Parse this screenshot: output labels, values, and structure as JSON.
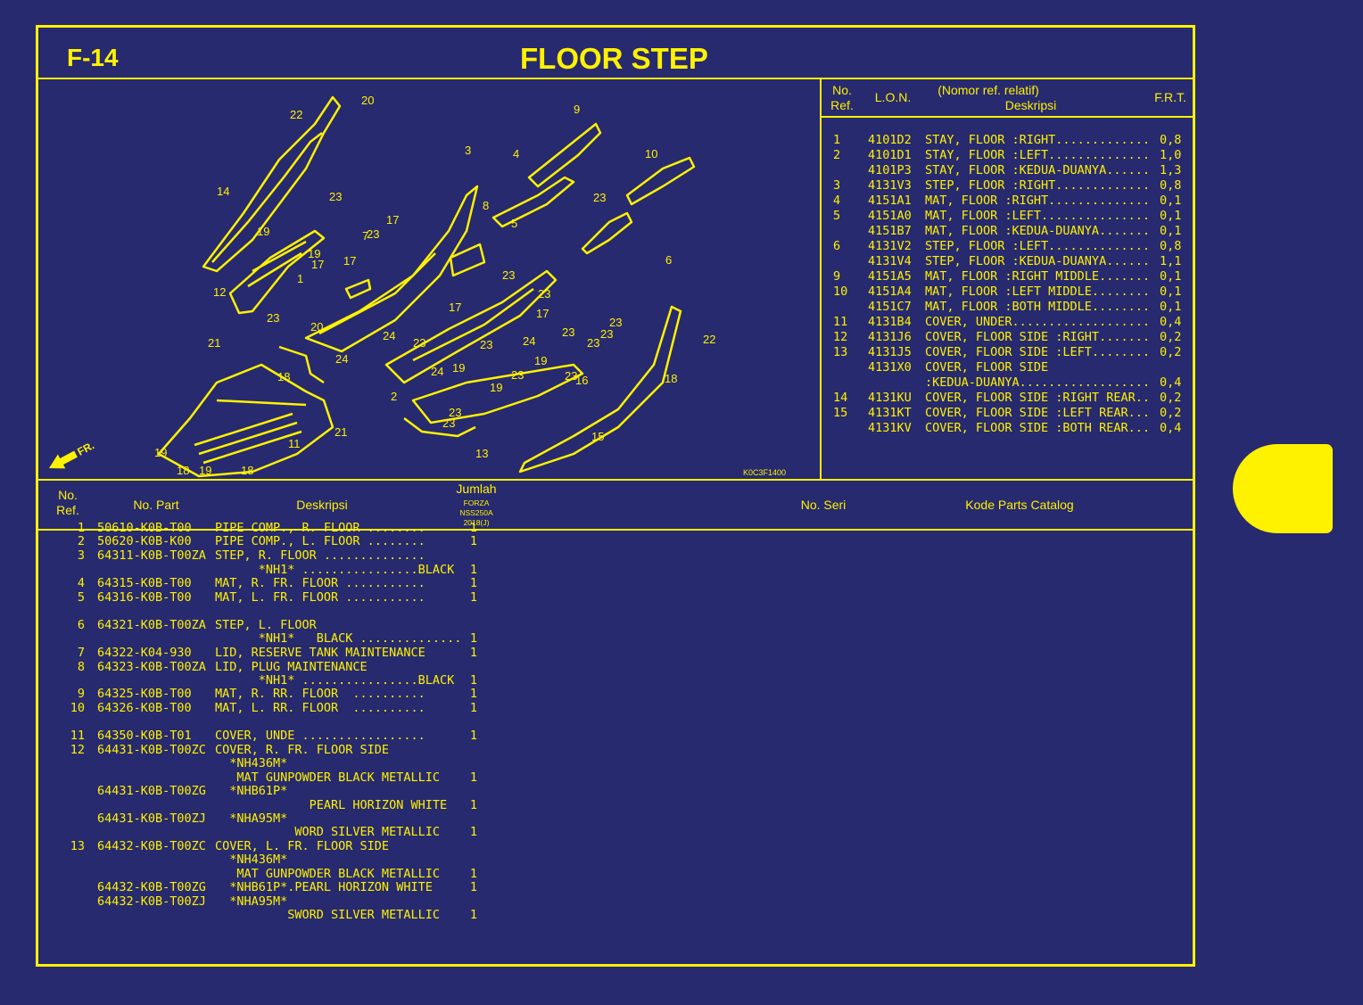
{
  "page": {
    "code": "F-14",
    "title": "FLOOR STEP"
  },
  "diagram": {
    "image_code": "K0C3F1400",
    "front_label": "FR.",
    "callouts": [
      "20",
      "22",
      "14",
      "23",
      "19",
      "12",
      "23",
      "21",
      "18",
      "9",
      "4",
      "3",
      "10",
      "8",
      "17",
      "7",
      "23",
      "5",
      "6",
      "20",
      "24",
      "19",
      "1",
      "17",
      "23",
      "24",
      "17",
      "23",
      "17",
      "2",
      "24",
      "23",
      "23",
      "19",
      "23",
      "16",
      "18",
      "22",
      "23",
      "19",
      "23",
      "13",
      "15",
      "11",
      "21",
      "19",
      "18",
      "19",
      "18",
      "23",
      "23",
      "19",
      "23",
      "24",
      "23",
      "23",
      "23",
      "17"
    ]
  },
  "lon_table": {
    "headers": {
      "ref": "No.\nRef.",
      "lon": "L.O.N.",
      "desc_top": "(Nomor ref. relatif)",
      "desc": "Deskripsi",
      "frt": "F.R.T."
    },
    "rows": [
      {
        "ref": "1",
        "lon": "4101D2",
        "desc": "STAY, FLOOR :RIGHT.............",
        "frt": "0,8"
      },
      {
        "ref": "2",
        "lon": "4101D1",
        "desc": "STAY, FLOOR :LEFT..............",
        "frt": "1,0"
      },
      {
        "ref": "",
        "lon": "4101P3",
        "desc": "STAY, FLOOR :KEDUA-DUANYA......",
        "frt": "1,3"
      },
      {
        "ref": "3",
        "lon": "4131V3",
        "desc": "STEP, FLOOR :RIGHT.............",
        "frt": "0,8"
      },
      {
        "ref": "4",
        "lon": "4151A1",
        "desc": "MAT, FLOOR :RIGHT..............",
        "frt": "0,1"
      },
      {
        "ref": "5",
        "lon": "4151A0",
        "desc": "MAT, FLOOR :LEFT...............",
        "frt": "0,1"
      },
      {
        "ref": "",
        "lon": "4151B7",
        "desc": "MAT, FLOOR :KEDUA-DUANYA.......",
        "frt": "0,1"
      },
      {
        "ref": "6",
        "lon": "4131V2",
        "desc": "STEP, FLOOR :LEFT..............",
        "frt": "0,8"
      },
      {
        "ref": "",
        "lon": "4131V4",
        "desc": "STEP, FLOOR :KEDUA-DUANYA......",
        "frt": "1,1"
      },
      {
        "ref": "9",
        "lon": "4151A5",
        "desc": "MAT, FLOOR :RIGHT MIDDLE.......",
        "frt": "0,1"
      },
      {
        "ref": "10",
        "lon": "4151A4",
        "desc": "MAT, FLOOR :LEFT MIDDLE........",
        "frt": "0,1"
      },
      {
        "ref": "",
        "lon": "4151C7",
        "desc": "MAT, FLOOR :BOTH MIDDLE........",
        "frt": "0,1"
      },
      {
        "ref": "11",
        "lon": "4131B4",
        "desc": "COVER, UNDER...................",
        "frt": "0,4"
      },
      {
        "ref": "12",
        "lon": "4131J6",
        "desc": "COVER, FLOOR SIDE :RIGHT.......",
        "frt": "0,2"
      },
      {
        "ref": "13",
        "lon": "4131J5",
        "desc": "COVER, FLOOR SIDE :LEFT........",
        "frt": "0,2"
      },
      {
        "ref": "",
        "lon": "4131X0",
        "desc": "COVER, FLOOR SIDE",
        "frt": ""
      },
      {
        "ref": "",
        "lon": "",
        "desc": ":KEDUA-DUANYA..................",
        "frt": "0,4"
      },
      {
        "ref": "14",
        "lon": "4131KU",
        "desc": "COVER, FLOOR SIDE :RIGHT REAR..",
        "frt": "0,2"
      },
      {
        "ref": "15",
        "lon": "4131KT",
        "desc": "COVER, FLOOR SIDE :LEFT REAR...",
        "frt": "0,2"
      },
      {
        "ref": "",
        "lon": "4131KV",
        "desc": "COVER, FLOOR SIDE :BOTH REAR...",
        "frt": "0,4"
      }
    ]
  },
  "parts_table": {
    "headers": {
      "ref": "No.\nRef.",
      "part": "No. Part",
      "desc": "Deskripsi",
      "qty": "Jumlah",
      "model": "FORZA",
      "model_code": "NSS250A",
      "model_year": "2018(J)",
      "serial": "No. Seri",
      "catalog": "Kode Parts Catalog"
    },
    "rows": [
      {
        "ref": "1",
        "part": "50610-K0B-T00",
        "desc": "PIPE COMP., R. FLOOR ........",
        "qty": "1"
      },
      {
        "ref": "2",
        "part": "50620-K0B-K00",
        "desc": "PIPE COMP., L. FLOOR ........",
        "qty": "1"
      },
      {
        "ref": "3",
        "part": "64311-K0B-T00ZA",
        "desc": "STEP, R. FLOOR ..............",
        "qty": ""
      },
      {
        "ref": "",
        "part": "",
        "desc": "      *NH1* ................BLACK",
        "qty": "1"
      },
      {
        "ref": "4",
        "part": "64315-K0B-T00",
        "desc": "MAT, R. FR. FLOOR ...........",
        "qty": "1"
      },
      {
        "ref": "5",
        "part": "64316-K0B-T00",
        "desc": "MAT, L. FR. FLOOR ...........",
        "qty": "1"
      },
      {
        "ref": "",
        "part": "",
        "desc": "",
        "qty": ""
      },
      {
        "ref": "6",
        "part": "64321-K0B-T00ZA",
        "desc": "STEP, L. FLOOR",
        "qty": ""
      },
      {
        "ref": "",
        "part": "",
        "desc": "      *NH1*   BLACK ..............",
        "qty": "1"
      },
      {
        "ref": "7",
        "part": "64322-K04-930",
        "desc": "LID, RESERVE TANK MAINTENANCE",
        "qty": "1"
      },
      {
        "ref": "8",
        "part": "64323-K0B-T00ZA",
        "desc": "LID, PLUG MAINTENANCE",
        "qty": ""
      },
      {
        "ref": "",
        "part": "",
        "desc": "      *NH1* ................BLACK",
        "qty": "1"
      },
      {
        "ref": "9",
        "part": "64325-K0B-T00",
        "desc": "MAT, R. RR. FLOOR  ..........",
        "qty": "1"
      },
      {
        "ref": "10",
        "part": "64326-K0B-T00",
        "desc": "MAT, L. RR. FLOOR  ..........",
        "qty": "1"
      },
      {
        "ref": "",
        "part": "",
        "desc": "",
        "qty": ""
      },
      {
        "ref": "11",
        "part": "64350-K0B-T01",
        "desc": "COVER, UNDE .................",
        "qty": "1"
      },
      {
        "ref": "12",
        "part": "64431-K0B-T00ZC",
        "desc": "COVER, R. FR. FLOOR SIDE",
        "qty": ""
      },
      {
        "ref": "",
        "part": "",
        "desc": "  *NH436M*",
        "qty": ""
      },
      {
        "ref": "",
        "part": "",
        "desc": "   MAT GUNPOWDER BLACK METALLIC",
        "qty": "1"
      },
      {
        "ref": "",
        "part": "64431-K0B-T00ZG",
        "desc": "  *NHB61P*",
        "qty": ""
      },
      {
        "ref": "",
        "part": "",
        "desc": "             PEARL HORIZON WHITE",
        "qty": "1"
      },
      {
        "ref": "",
        "part": "64431-K0B-T00ZJ",
        "desc": "  *NHA95M*",
        "qty": ""
      },
      {
        "ref": "",
        "part": "",
        "desc": "           WORD SILVER METALLIC",
        "qty": "1"
      },
      {
        "ref": "13",
        "part": "64432-K0B-T00ZC",
        "desc": "COVER, L. FR. FLOOR SIDE",
        "qty": ""
      },
      {
        "ref": "",
        "part": "",
        "desc": "  *NH436M*",
        "qty": ""
      },
      {
        "ref": "",
        "part": "",
        "desc": "   MAT GUNPOWDER BLACK METALLIC",
        "qty": "1"
      },
      {
        "ref": "",
        "part": "64432-K0B-T00ZG",
        "desc": "  *NHB61P*.PEARL HORIZON WHITE",
        "qty": "1"
      },
      {
        "ref": "",
        "part": "64432-K0B-T00ZJ",
        "desc": "  *NHA95M*",
        "qty": ""
      },
      {
        "ref": "",
        "part": "",
        "desc": "          SWORD SILVER METALLIC",
        "qty": "1"
      }
    ]
  },
  "colors": {
    "background": "#272a6e",
    "ink": "#fff200"
  }
}
